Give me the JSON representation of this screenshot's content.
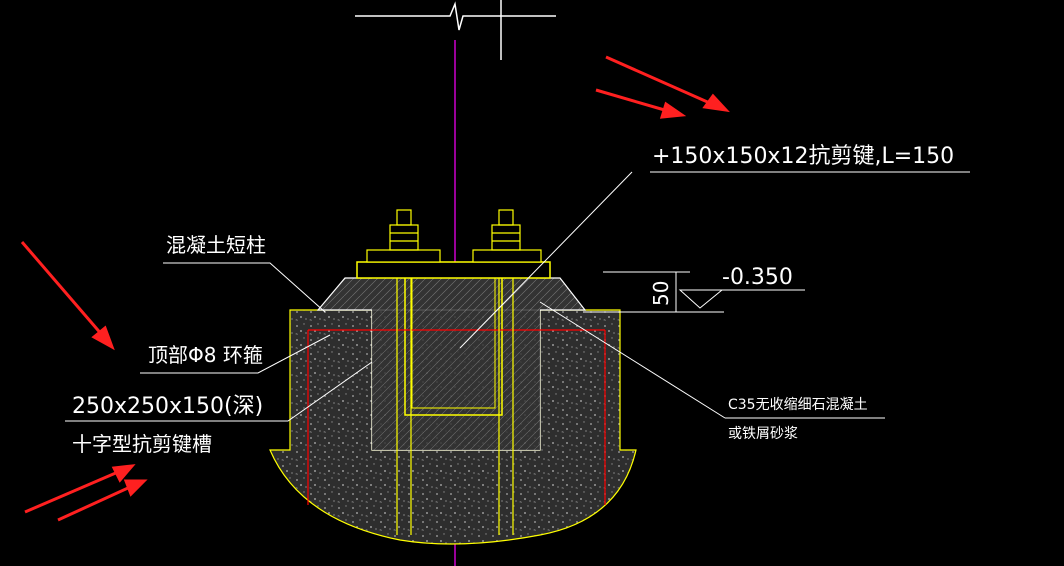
{
  "colors": {
    "background": "#000000",
    "line": "#ffffff",
    "bolt": "#ffff00",
    "centerline": "#ff00ff",
    "rebar": "#ff0000",
    "annotation_arrow": "#ff2020",
    "concrete_fill": "#3a3a3a"
  },
  "labels": {
    "shear_key": "+150x150x12抗剪键,L=150",
    "short_column": "混凝土短柱",
    "top_stirrup": "顶部Φ8 环箍",
    "slot_size": "250x250x150(深)",
    "slot_name": "十字型抗剪键槽",
    "grout_line1": "C35无收缩细石混凝土",
    "grout_line2": "或铁屑砂浆",
    "elevation": "-0.350",
    "dimension": "50"
  }
}
